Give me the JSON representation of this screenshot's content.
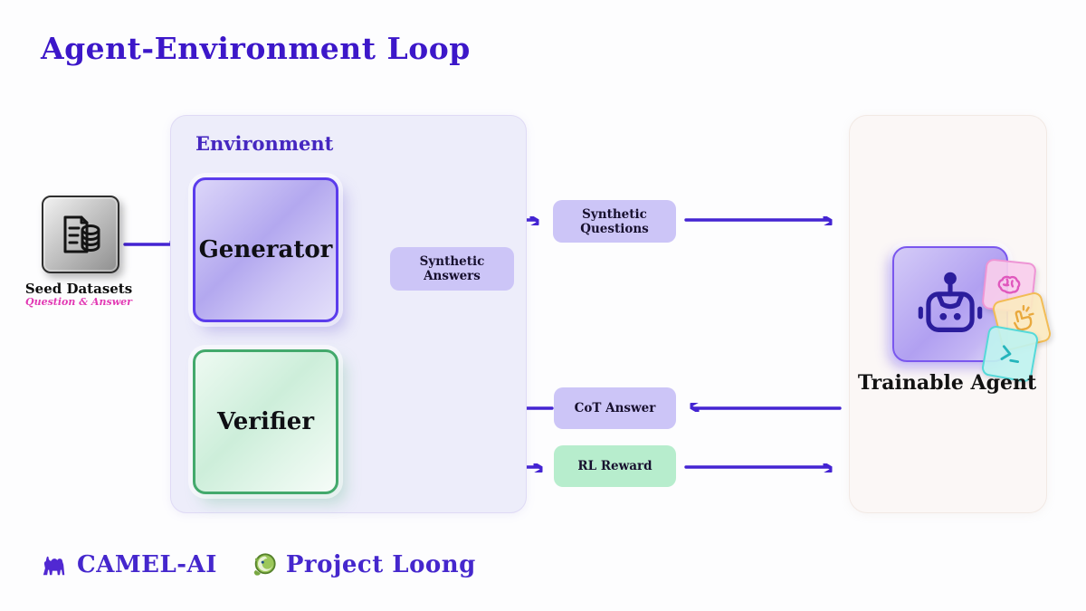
{
  "title": "Agent-Environment Loop",
  "seed": {
    "label": "Seed Datasets",
    "sublabel": "Question & Answer"
  },
  "environment": {
    "title": "Environment",
    "generator": "Generator",
    "verifier": "Verifier"
  },
  "pills": {
    "synthetic_questions": "Synthetic Questions",
    "synthetic_answers": "Synthetic Answers",
    "cot_answer": "CoT Answer",
    "rl_reward": "RL Reward"
  },
  "agent": {
    "label": "Trainable Agent"
  },
  "footer": {
    "camel_label": "CAMEL-AI",
    "loong_label": "Project Loong"
  },
  "icons": {
    "seed": "document-database-icon",
    "robot": "robot-icon",
    "brain": "brain-sticker-icon",
    "hand": "pointer-hand-sticker-icon",
    "terminal": "terminal-sticker-icon",
    "camel": "camel-logo-icon",
    "dragon": "dragon-logo-icon"
  },
  "colors": {
    "arrow": "#4424d2",
    "title": "#3c17c9",
    "generator_border": "#5b3cec",
    "verifier_border": "#43a96c",
    "pill_purple": "#ccc5f7",
    "pill_green": "#b7edcd",
    "magenta": "#e23ab4",
    "footer_purple": "#4527cd"
  }
}
